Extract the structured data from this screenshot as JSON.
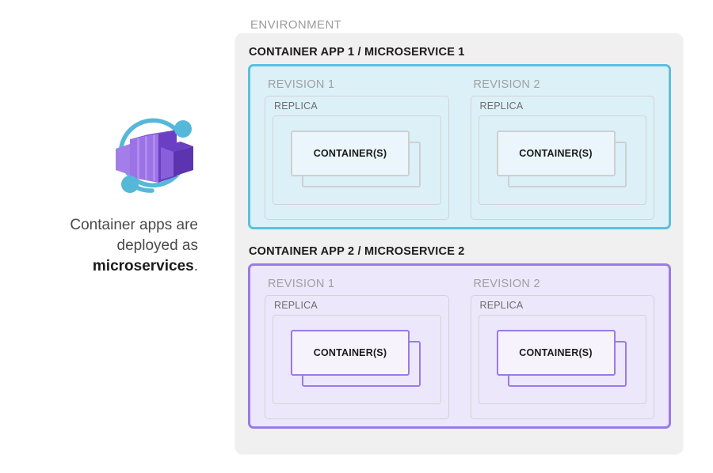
{
  "caption": {
    "line1": "Container apps are",
    "line2": "deployed as",
    "bold_word": "microservices",
    "period": "."
  },
  "icon": {
    "name": "azure-container-apps-icon",
    "purple": "#8661d6",
    "purple_light": "#a47ee8",
    "purple_dark": "#6b3fc4",
    "cyan": "#56b8d9"
  },
  "environment": {
    "label": "ENVIRONMENT",
    "background": "#f0f0f0",
    "apps": [
      {
        "title": "CONTAINER APP 1 / MICROSERVICE 1",
        "accent": "#5bc0de",
        "background": "#dcf0f8",
        "theme": "cyan",
        "revisions": [
          {
            "label": "REVISION 1",
            "replica_label": "REPLICA",
            "container_label": "CONTAINER(S)"
          },
          {
            "label": "REVISION 2",
            "replica_label": "REPLICA",
            "container_label": "CONTAINER(S)"
          }
        ]
      },
      {
        "title": "CONTAINER APP 2 / MICROSERVICE 2",
        "accent": "#9a7ae8",
        "background": "#ece7fa",
        "theme": "purple",
        "revisions": [
          {
            "label": "REVISION 1",
            "replica_label": "REPLICA",
            "container_label": "CONTAINER(S)"
          },
          {
            "label": "REVISION 2",
            "replica_label": "REPLICA",
            "container_label": "CONTAINER(S)"
          }
        ]
      }
    ]
  }
}
